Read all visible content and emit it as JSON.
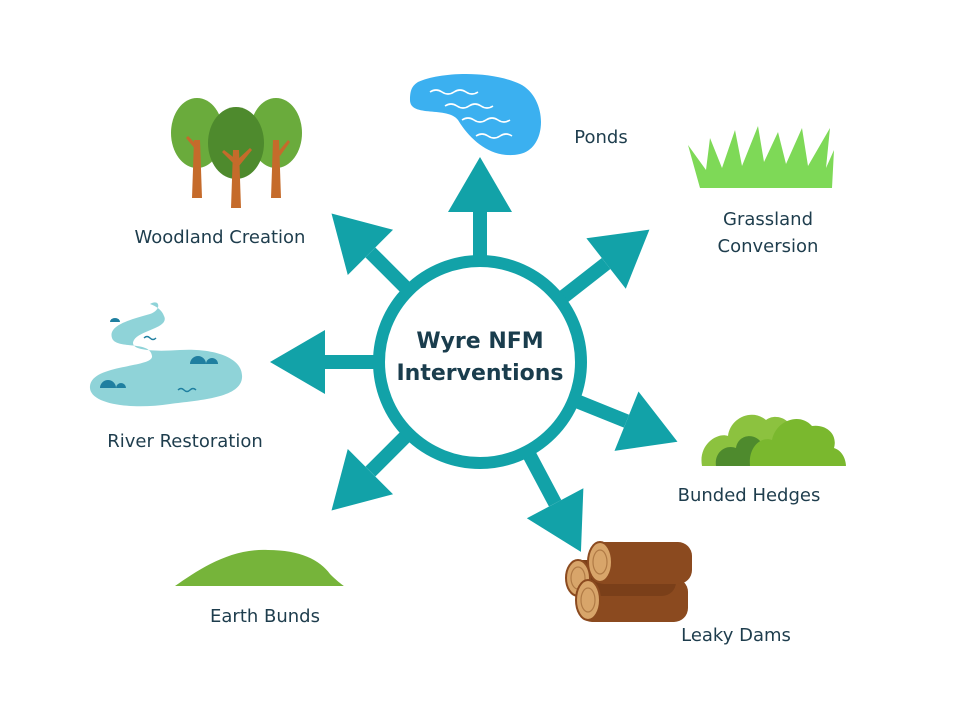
{
  "center": {
    "line1": "Wyre NFM",
    "line2": "Interventions"
  },
  "interventions": [
    {
      "id": "ponds",
      "label": "Ponds",
      "icon": "pond-icon"
    },
    {
      "id": "grassland",
      "lines": [
        "Grassland",
        "Conversion"
      ],
      "icon": "grass-icon"
    },
    {
      "id": "hedges",
      "label": "Bunded Hedges",
      "icon": "hedge-icon"
    },
    {
      "id": "dams",
      "label": "Leaky Dams",
      "icon": "logs-icon"
    },
    {
      "id": "bunds",
      "label": "Earth Bunds",
      "icon": "earth-bund-icon"
    },
    {
      "id": "river",
      "label": "River Restoration",
      "icon": "river-icon"
    },
    {
      "id": "woodland",
      "label": "Woodland Creation",
      "icon": "trees-icon"
    }
  ],
  "colors": {
    "arrow": "#12a2a8",
    "text": "#1e3d4d",
    "pond": "#3bb0f0",
    "grass": "#7ed957",
    "tree_dark": "#4e8a2d",
    "tree_light": "#6aab3c",
    "trunk": "#c56b2b",
    "river": "#8fd3d8",
    "hedge": "#8cc23f",
    "bund": "#76b43a",
    "log": "#8b4a1f"
  }
}
